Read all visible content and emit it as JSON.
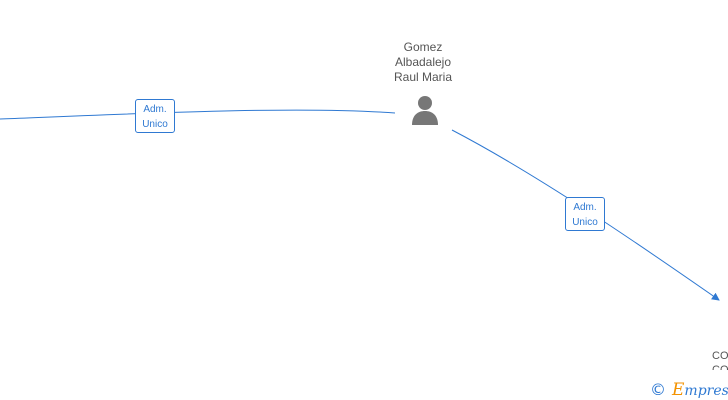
{
  "diagram": {
    "person": {
      "name_lines": [
        "Gomez",
        "Albadalejo",
        "Raul Maria"
      ],
      "icon": "person-icon"
    },
    "edges": [
      {
        "label_lines": [
          "Adm.",
          "Unico"
        ]
      },
      {
        "label_lines": [
          "Adm.",
          "Unico"
        ]
      }
    ],
    "clipped_node_text": [
      "CO",
      "CO"
    ]
  },
  "footer": {
    "copyright_symbol": "©",
    "brand_first_letter": "E",
    "brand_rest": "mpresia"
  },
  "colors": {
    "line": "#2f79d2",
    "text": "#555555",
    "icon": "#777777",
    "brand_accent": "#f39200"
  }
}
